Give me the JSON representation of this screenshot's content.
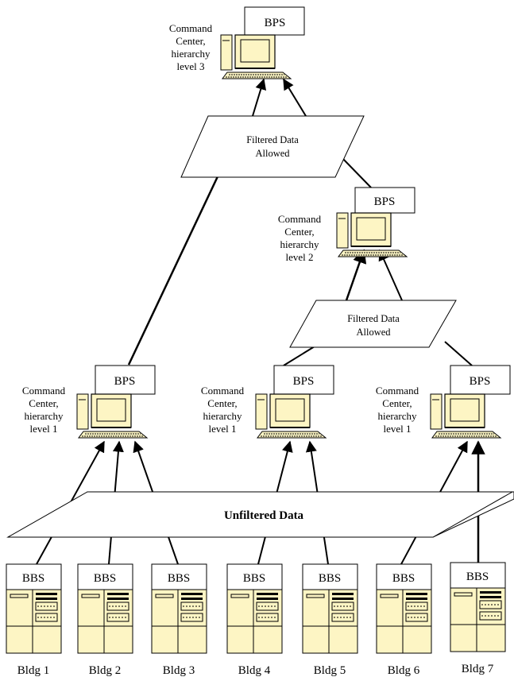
{
  "top": {
    "node_label": "BPS",
    "caption": [
      "Command",
      "Center,",
      "hierarchy",
      "level 3"
    ]
  },
  "mid": {
    "node_label": "BPS",
    "caption": [
      "Command",
      "Center,",
      "hierarchy",
      "level 2"
    ]
  },
  "level1_nodes": [
    {
      "node_label": "BPS",
      "caption": [
        "Command",
        "Center,",
        "hierarchy",
        "level 1"
      ]
    },
    {
      "node_label": "BPS",
      "caption": [
        "Command",
        "Center,",
        "hierarchy",
        "level 1"
      ]
    },
    {
      "node_label": "BPS",
      "caption": [
        "Command",
        "Center,",
        "hierarchy",
        "level 1"
      ]
    }
  ],
  "filter_upper": [
    "Filtered Data",
    "Allowed"
  ],
  "filter_lower": [
    "Filtered Data",
    "Allowed"
  ],
  "unfiltered_label": "Unfiltered Data",
  "buildings": [
    {
      "box_label": "BBS",
      "name": "Bldg 1"
    },
    {
      "box_label": "BBS",
      "name": "Bldg 2"
    },
    {
      "box_label": "BBS",
      "name": "Bldg 3"
    },
    {
      "box_label": "BBS",
      "name": "Bldg 4"
    },
    {
      "box_label": "BBS",
      "name": "Bldg 5"
    },
    {
      "box_label": "BBS",
      "name": "Bldg 6"
    },
    {
      "box_label": "BBS",
      "name": "Bldg 7"
    }
  ],
  "colors": {
    "device_fill": "#fdf5c4",
    "line": "#000000",
    "background": "#ffffff"
  }
}
